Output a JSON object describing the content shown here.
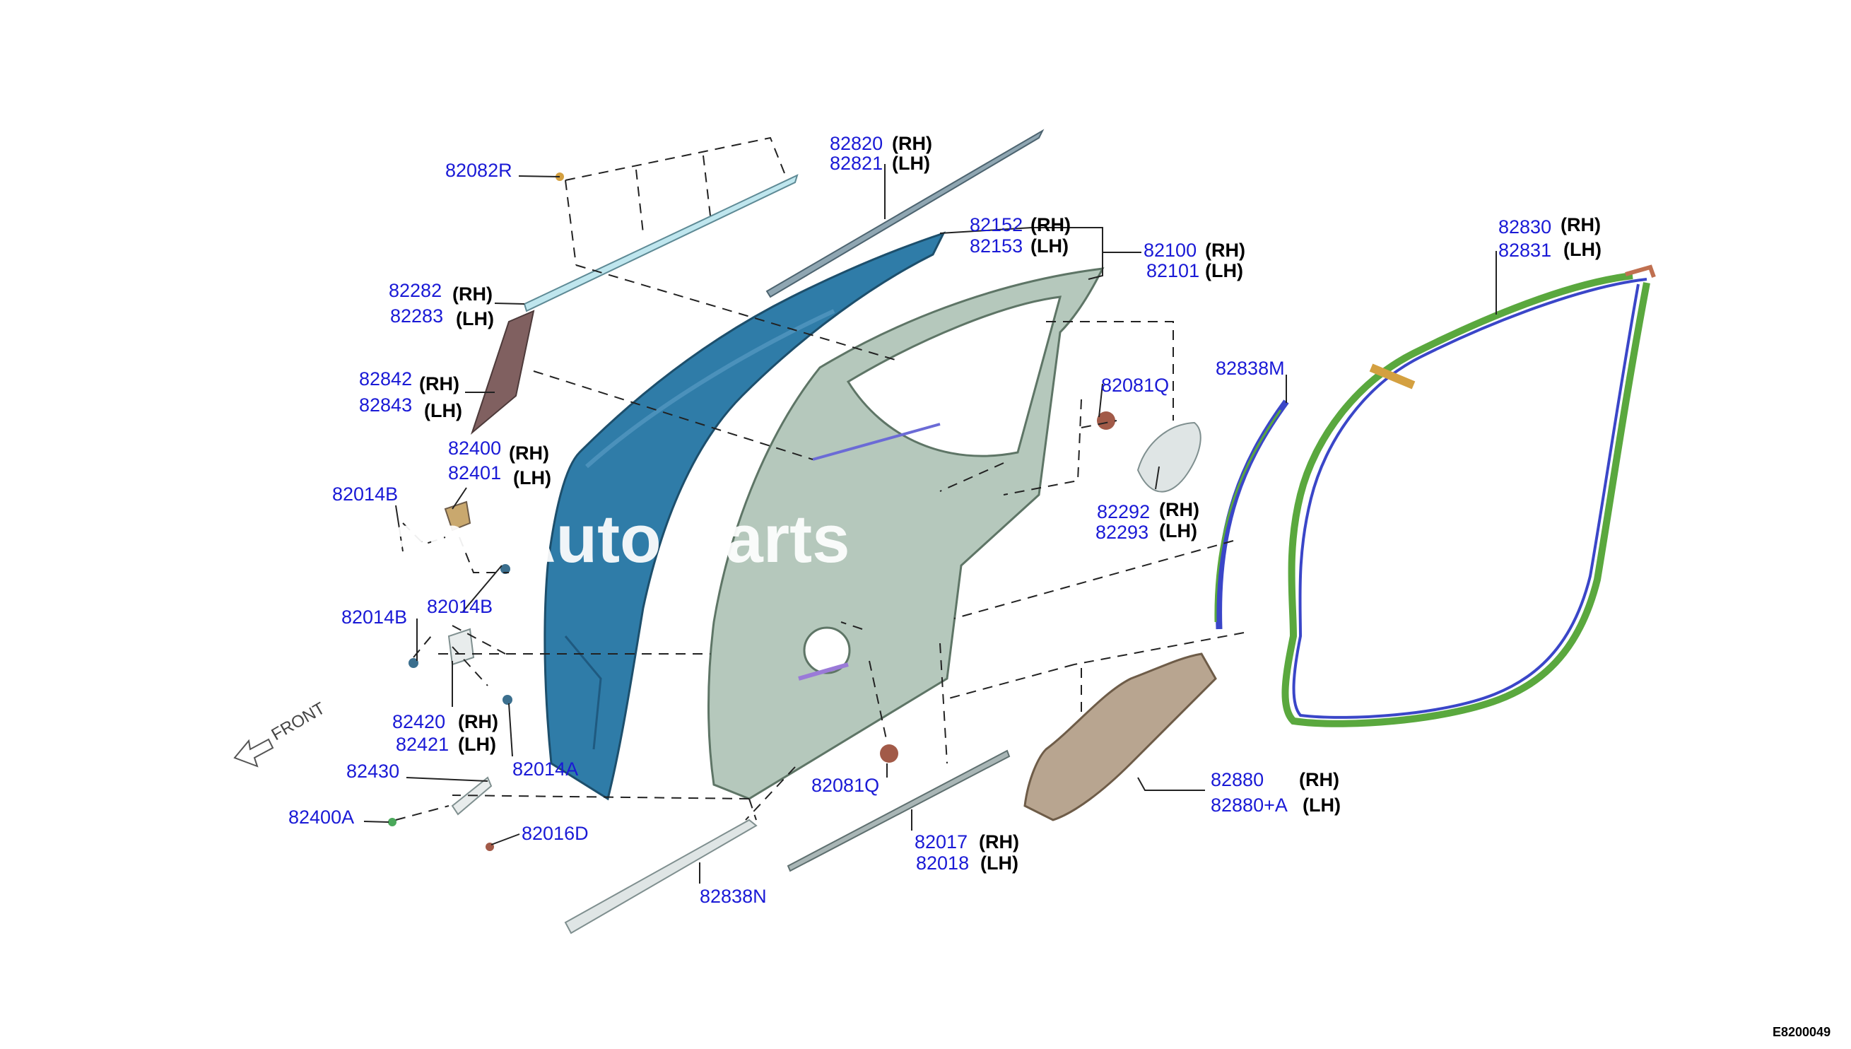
{
  "diagram": {
    "code": "E8200049",
    "watermark": "ant Auto Parts",
    "front_label": "FRONT",
    "labels": {
      "p82082R": "82082R",
      "p82820": "82820",
      "p82821": "82821",
      "p82152": "82152",
      "p82153": "82153",
      "p82100": "82100",
      "p82101": "82101",
      "p82282": "82282",
      "p82283": "82283",
      "p82842": "82842",
      "p82843": "82843",
      "p82400": "82400",
      "p82401": "82401",
      "p82014B_1": "82014B",
      "p82014B_2": "82014B",
      "p82014B_3": "82014B",
      "p82420": "82420",
      "p82421": "82421",
      "p82014A": "82014A",
      "p82430": "82430",
      "p82400A": "82400A",
      "p82016D": "82016D",
      "p82081Q_1": "82081Q",
      "p82081Q_2": "82081Q",
      "p82292": "82292",
      "p82293": "82293",
      "p82838M": "82838M",
      "p82830": "82830",
      "p82831": "82831",
      "p82880": "82880",
      "p82880A": "82880+A",
      "p82017": "82017",
      "p82018": "82018",
      "p82838N": "82838N"
    },
    "sides": {
      "rh": "(RH)",
      "lh": "(LH)"
    },
    "colors": {
      "part_number": "#1a1ad6",
      "outer_panel": "#2f7ca8",
      "inner_panel": "#b5c8bc",
      "weatherstrip_green": "#5aa83e",
      "weatherstrip_blue": "#3a46c8",
      "trim_pad": "#b8a590",
      "molding": "#a9b6b6",
      "plug": "#a25a48"
    }
  }
}
